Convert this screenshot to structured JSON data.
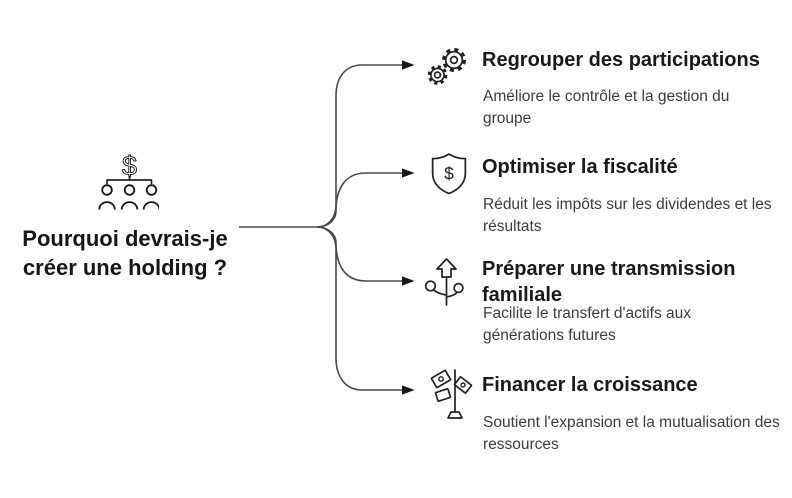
{
  "colors": {
    "background": "#ffffff",
    "title_text": "#191919",
    "description_text": "#3c3c3c",
    "line_stroke": "#4a4a4a",
    "icon_stroke": "#222222"
  },
  "root": {
    "icon": "holding-structure-icon",
    "title": "Pourquoi devrais-je créer une holding ?"
  },
  "branches": [
    {
      "icon": "gears-icon",
      "title": "Regrouper des participations",
      "description": "Améliore le contrôle et la gestion du groupe"
    },
    {
      "icon": "shield-dollar-icon",
      "title": "Optimiser la fiscalité",
      "description": "Réduit les impôts sur les dividendes et les résultats"
    },
    {
      "icon": "growth-branch-icon",
      "title": "Préparer une transmission familiale",
      "description": "Facilite le transfert d'actifs aux générations futures"
    },
    {
      "icon": "money-tree-icon",
      "title": "Financer la croissance",
      "description": "Soutient l'expansion et la mutualisation des ressources"
    }
  ]
}
